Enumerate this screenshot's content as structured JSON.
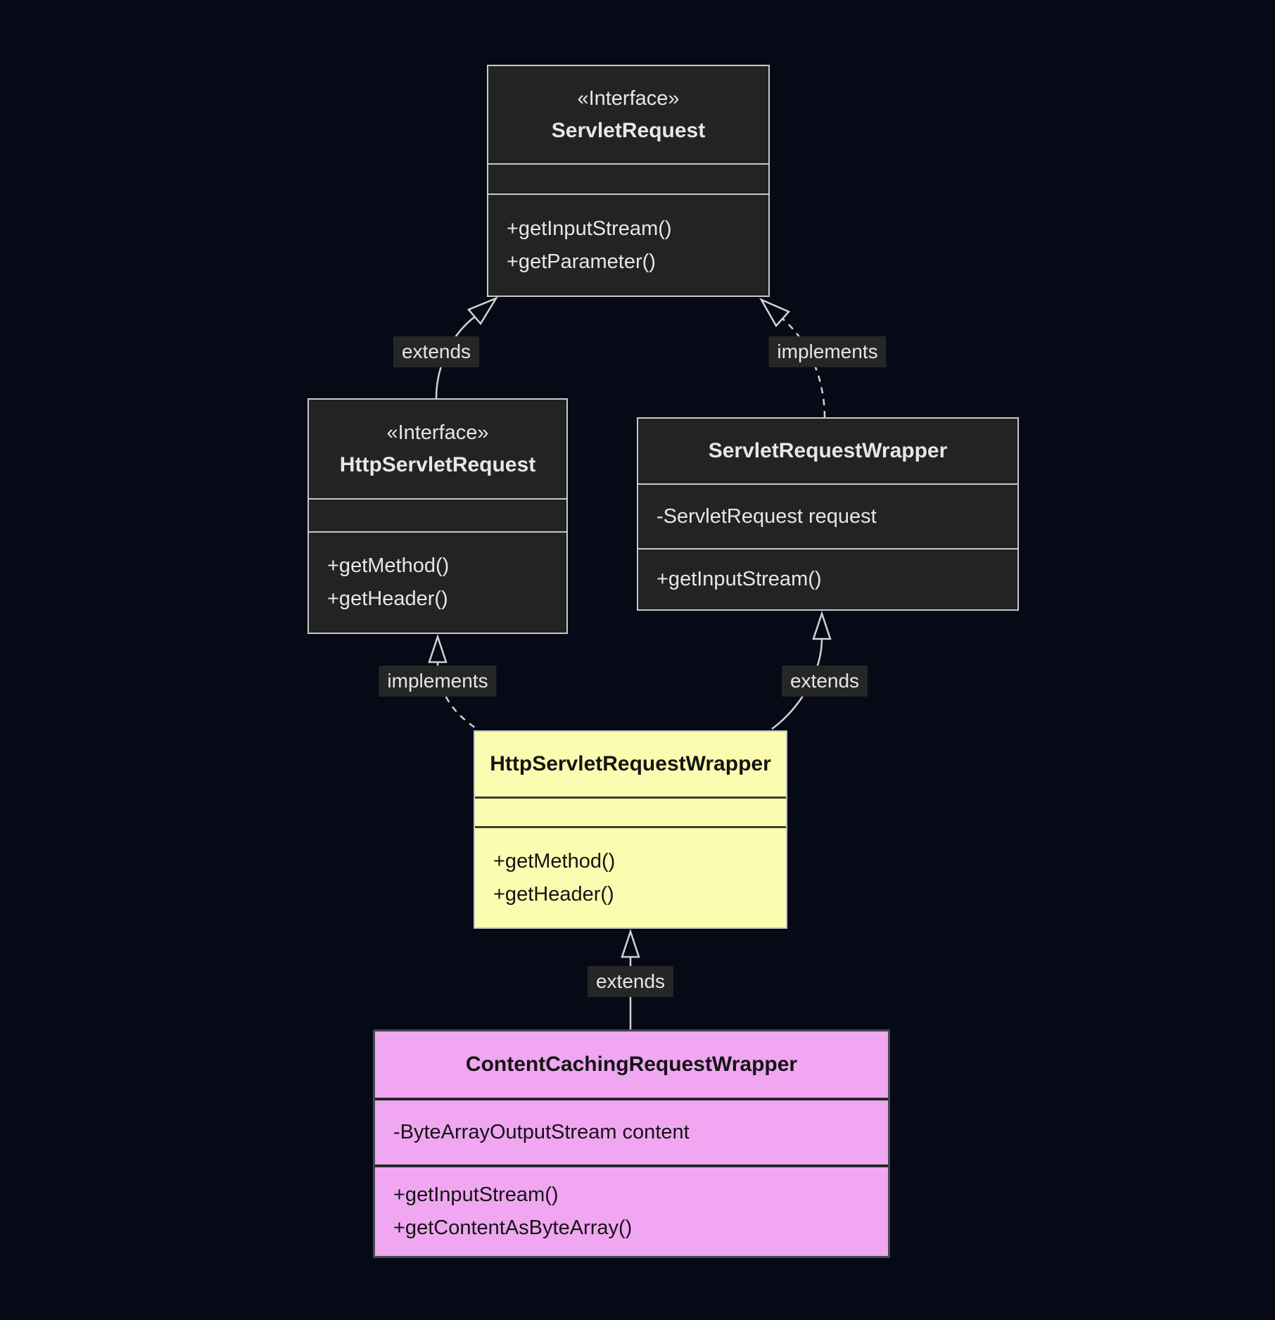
{
  "diagram": {
    "type": "uml-class-diagram",
    "background_color": "#050a16",
    "colors": {
      "dark_box_fill": "#232323",
      "dark_box_border": "#c9c9c9",
      "dark_box_text": "#e7e7e7",
      "highlight_box_fill": "#fbfcb0",
      "subclass_box_fill": "#f0a6f0",
      "edge_color": "#d2d2d2",
      "edge_label_bg": "#262626"
    },
    "classes": [
      {
        "id": "servlet-request",
        "stereotype": "«Interface»",
        "name": "ServletRequest",
        "attributes": [],
        "methods": [
          "+getInputStream()",
          "+getParameter()"
        ]
      },
      {
        "id": "http-servlet-request",
        "stereotype": "«Interface»",
        "name": "HttpServletRequest",
        "attributes": [],
        "methods": [
          "+getMethod()",
          "+getHeader()"
        ]
      },
      {
        "id": "servlet-request-wrapper",
        "stereotype": "",
        "name": "ServletRequestWrapper",
        "attributes": [
          "-ServletRequest request"
        ],
        "methods": [
          "+getInputStream()"
        ]
      },
      {
        "id": "http-servlet-request-wrapper",
        "stereotype": "",
        "name": "HttpServletRequestWrapper",
        "attributes": [],
        "methods": [
          "+getMethod()",
          "+getHeader()"
        ]
      },
      {
        "id": "content-caching-request-wrapper",
        "stereotype": "",
        "name": "ContentCachingRequestWrapper",
        "attributes": [
          "-ByteArrayOutputStream content"
        ],
        "methods": [
          "+getInputStream()",
          "+getContentAsByteArray()"
        ]
      }
    ],
    "edges": [
      {
        "label": "extends",
        "from": "HttpServletRequest",
        "to": "ServletRequest",
        "style": "solid"
      },
      {
        "label": "implements",
        "from": "ServletRequestWrapper",
        "to": "ServletRequest",
        "style": "dashed"
      },
      {
        "label": "implements",
        "from": "HttpServletRequestWrapper",
        "to": "HttpServletRequest",
        "style": "dashed"
      },
      {
        "label": "extends",
        "from": "HttpServletRequestWrapper",
        "to": "ServletRequestWrapper",
        "style": "solid"
      },
      {
        "label": "extends",
        "from": "ContentCachingRequestWrapper",
        "to": "HttpServletRequestWrapper",
        "style": "solid"
      }
    ]
  }
}
